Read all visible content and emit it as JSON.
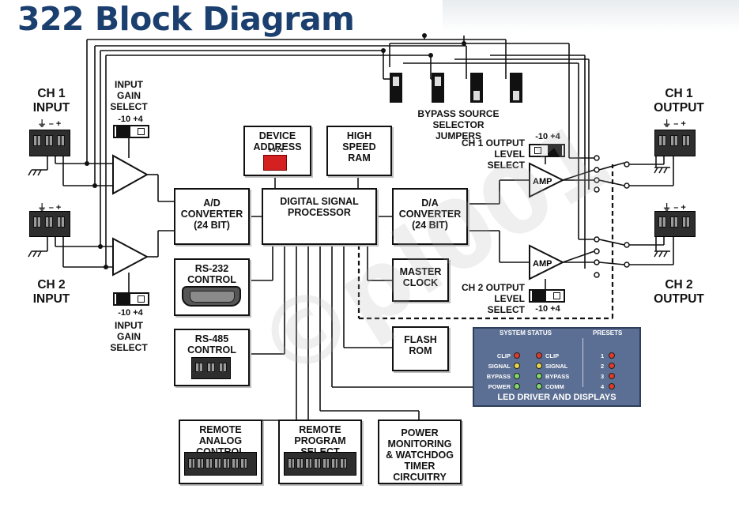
{
  "title": "322 Block Diagram",
  "watermark": "©pl001",
  "inputs": {
    "ch1_input": "CH 1\nINPUT",
    "ch2_input": "CH 2\nINPUT",
    "input_gain_select_top": "INPUT\nGAIN\nSELECT",
    "input_gain_select_bottom": "INPUT\nGAIN\nSELECT",
    "gain_top_scale": "-10  +4",
    "gain_bottom_scale": "-10  +4",
    "terminal_symbols": "⏚ –  +"
  },
  "outputs": {
    "ch1_output": "CH 1\nOUTPUT",
    "ch2_output": "CH 2\nOUTPUT",
    "ch1_level_select": "CH 1 OUTPUT\nLEVEL SELECT",
    "ch2_level_select": "CH 2 OUTPUT\nLEVEL SELECT",
    "ch1_level_scale": "-10  +4",
    "ch2_level_scale": "-10  +4",
    "amp_label": "AMP"
  },
  "blocks": {
    "device_address": "DEVICE\nADDRESS",
    "device_address_bits": "8 4 2 1",
    "high_speed_ram": "HIGH\nSPEED\nRAM",
    "ad_converter": "A/D\nCONVERTER\n(24 BIT)",
    "dsp": "DIGITAL SIGNAL\nPROCESSOR",
    "da_converter": "D/A\nCONVERTER\n(24 BIT)",
    "rs232": "RS-232\nCONTROL",
    "master_clock": "MASTER\nCLOCK",
    "rs485": "RS-485\nCONTROL",
    "flash_rom": "FLASH\nROM",
    "remote_analog": "REMOTE ANALOG\nCONTROL",
    "remote_program": "REMOTE\nPROGRAM SELECT",
    "power_monitoring": "POWER\nMONITORING\n& WATCHDOG\nTIMER CIRCUITRY"
  },
  "bypass_jumpers_label": "BYPASS SOURCE\nSELECTOR JUMPERS",
  "led_panel": {
    "system_status_header": "SYSTEM STATUS",
    "presets_header": "PRESETS",
    "left_column": [
      "CLIP",
      "SIGNAL",
      "BYPASS",
      "POWER"
    ],
    "right_column": [
      "CLIP",
      "SIGNAL",
      "BYPASS",
      "COMM"
    ],
    "presets": [
      "1",
      "2",
      "3",
      "4"
    ],
    "title": "LED DRIVER AND DISPLAYS",
    "colors": {
      "red": "#e03a2a",
      "yellow": "#e8d64a",
      "green": "#7fd96a",
      "panel": "#5b6e93"
    }
  }
}
